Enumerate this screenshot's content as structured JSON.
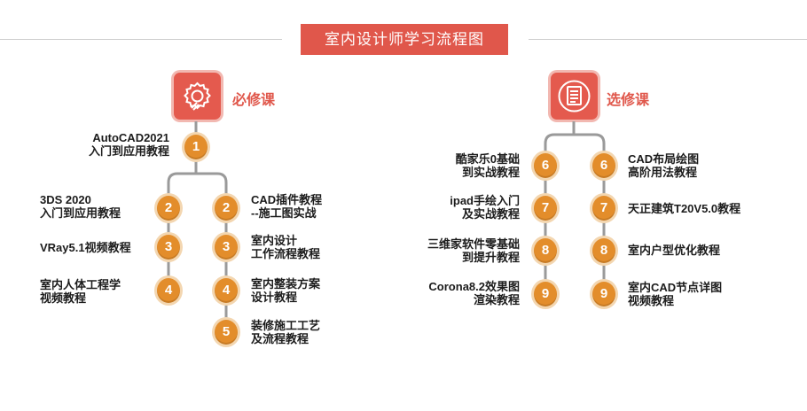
{
  "title": "室内设计师学习流程图",
  "categories": {
    "required": {
      "label": "必修课",
      "icon": "gear-brush-icon",
      "color": "#e0574b"
    },
    "elective": {
      "label": "选修课",
      "icon": "document-list-icon",
      "color": "#e0574b"
    }
  },
  "required": {
    "root": {
      "num": "1",
      "lines": [
        "AutoCAD2021",
        "入门到应用教程"
      ]
    },
    "left": [
      {
        "num": "2",
        "lines": [
          "3DS 2020",
          "入门到应用教程"
        ]
      },
      {
        "num": "3",
        "lines": [
          "VRay5.1视频教程"
        ]
      },
      {
        "num": "4",
        "lines": [
          "室内人体工程学",
          "视频教程"
        ]
      }
    ],
    "right": [
      {
        "num": "2",
        "lines": [
          "CAD插件教程",
          "--施工图实战"
        ]
      },
      {
        "num": "3",
        "lines": [
          "室内设计",
          "工作流程教程"
        ]
      },
      {
        "num": "4",
        "lines": [
          "室内整装方案",
          "设计教程"
        ]
      },
      {
        "num": "5",
        "lines": [
          "装修施工工艺",
          "及流程教程"
        ]
      }
    ]
  },
  "elective": {
    "left": [
      {
        "num": "6",
        "lines": [
          "酷家乐0基础",
          "到实战教程"
        ]
      },
      {
        "num": "7",
        "lines": [
          "ipad手绘入门",
          "及实战教程"
        ]
      },
      {
        "num": "8",
        "lines": [
          "三维家软件零基础",
          "到提升教程"
        ]
      },
      {
        "num": "9",
        "lines": [
          "Corona8.2效果图",
          "渲染教程"
        ]
      }
    ],
    "right": [
      {
        "num": "6",
        "lines": [
          "CAD布局绘图",
          "高阶用法教程"
        ]
      },
      {
        "num": "7",
        "lines": [
          "天正建筑T20V5.0教程"
        ]
      },
      {
        "num": "8",
        "lines": [
          "室内户型优化教程"
        ]
      },
      {
        "num": "9",
        "lines": [
          "室内CAD节点详图",
          "视频教程"
        ]
      }
    ]
  },
  "colors": {
    "accent": "#e0574b",
    "node": "#e38d2b",
    "connector": "#9a9a9a"
  }
}
